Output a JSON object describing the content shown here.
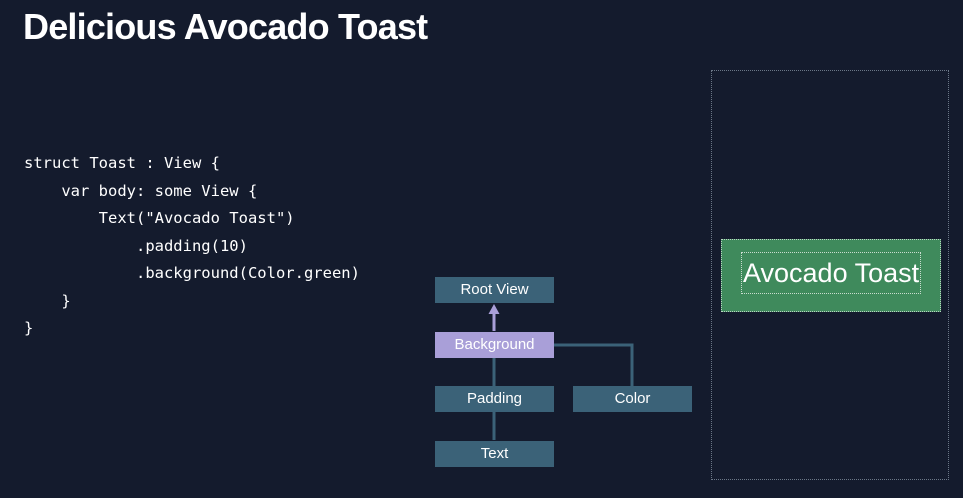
{
  "title": "Delicious Avocado Toast",
  "code_lines": [
    "struct Toast : View {",
    "    var body: some View {",
    "        Text(\"Avocado Toast\")",
    "            .padding(10)",
    "            .background(Color.green)",
    "    }",
    "}"
  ],
  "tree": {
    "root": "Root View",
    "background": "Background",
    "padding": "Padding",
    "color": "Color",
    "text": "Text"
  },
  "preview": {
    "label": "Avocado Toast"
  },
  "colors": {
    "page_background": "#141b2d",
    "node_fill": "#3b6278",
    "node_highlight": "#a99fd8",
    "connector": "#3b6278",
    "toast_green": "#3f8a5c"
  }
}
